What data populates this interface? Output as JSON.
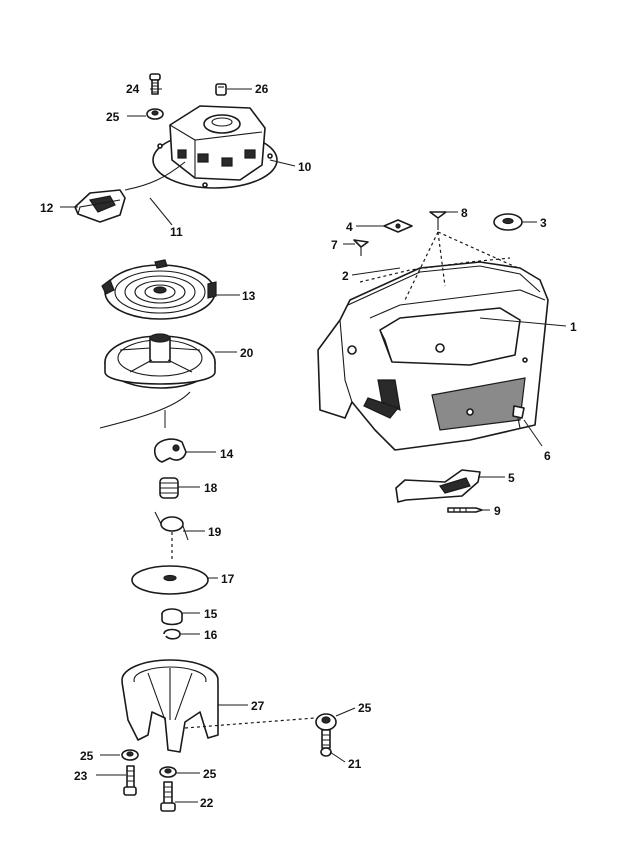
{
  "callouts": [
    {
      "id": "c1",
      "text": "1"
    },
    {
      "id": "c2",
      "text": "2"
    },
    {
      "id": "c3",
      "text": "3"
    },
    {
      "id": "c4",
      "text": "4"
    },
    {
      "id": "c5",
      "text": "5"
    },
    {
      "id": "c6",
      "text": "6"
    },
    {
      "id": "c7",
      "text": "7"
    },
    {
      "id": "c8",
      "text": "8"
    },
    {
      "id": "c9",
      "text": "9"
    },
    {
      "id": "c10",
      "text": "10"
    },
    {
      "id": "c11",
      "text": "11"
    },
    {
      "id": "c12",
      "text": "12"
    },
    {
      "id": "c13",
      "text": "13"
    },
    {
      "id": "c14",
      "text": "14"
    },
    {
      "id": "c15",
      "text": "15"
    },
    {
      "id": "c16",
      "text": "16"
    },
    {
      "id": "c17",
      "text": "17"
    },
    {
      "id": "c18",
      "text": "18"
    },
    {
      "id": "c19",
      "text": "19"
    },
    {
      "id": "c20",
      "text": "20"
    },
    {
      "id": "c21",
      "text": "21"
    },
    {
      "id": "c22",
      "text": "22"
    },
    {
      "id": "c23",
      "text": "23"
    },
    {
      "id": "c24",
      "text": "24"
    },
    {
      "id": "c25a",
      "text": "25"
    },
    {
      "id": "c25b",
      "text": "25"
    },
    {
      "id": "c25c",
      "text": "25"
    },
    {
      "id": "c25d",
      "text": "25"
    },
    {
      "id": "c26",
      "text": "26"
    },
    {
      "id": "c27",
      "text": "27"
    }
  ]
}
